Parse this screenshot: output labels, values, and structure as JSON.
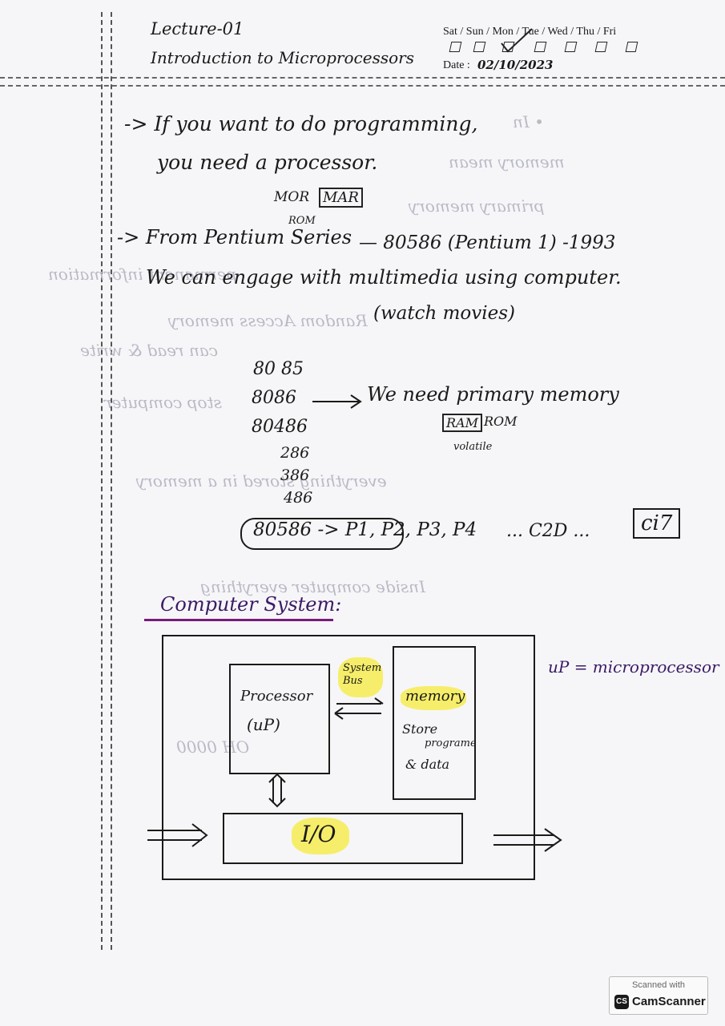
{
  "header": {
    "lecture": "Lecture-01",
    "title": "Introduction to Microprocessors",
    "days": "Sat / Sun / Mon / Tue / Wed / Thu / Fri",
    "date_label": "Date :",
    "date_value": "02/10/2023"
  },
  "notes": {
    "line1": "-> If you want to do programming,",
    "line2": "you need a processor.",
    "mor": "MOR",
    "mar": "MAR",
    "rom": "ROM",
    "line3_a": "-> From Pentium Series",
    "line3_b": "— 80586 (Pentium 1) -1993",
    "line4": "We can engage with multimedia using computer.",
    "watch": "(watch movies)",
    "seq": [
      "80 85",
      "8086",
      "80486",
      "286",
      "386",
      "486"
    ],
    "need": "We need primary memory",
    "ram": "RAM",
    "rom2": "ROM",
    "volatile": "volatile",
    "chain_a": "80586 -> P1, P2, P3, P4",
    "chain_b": "... C2D ...",
    "ci7": "ci7"
  },
  "diagram": {
    "heading": "Computer System:",
    "processor": "Processor",
    "up": "(uP)",
    "bus": "System Bus",
    "memory": "memory",
    "store1": "Store",
    "store2": "programe",
    "store3": "& data",
    "io": "I/O",
    "mp_note": "uP = microprocessor"
  },
  "watermark": {
    "line1": "Scanned with",
    "brand": "CamScanner",
    "badge": "CS"
  },
  "colors": {
    "ink": "#1a1a1a",
    "highlight": "#f6ee6a",
    "ghost": "#b9bac6",
    "purple": "#3b1a66"
  }
}
